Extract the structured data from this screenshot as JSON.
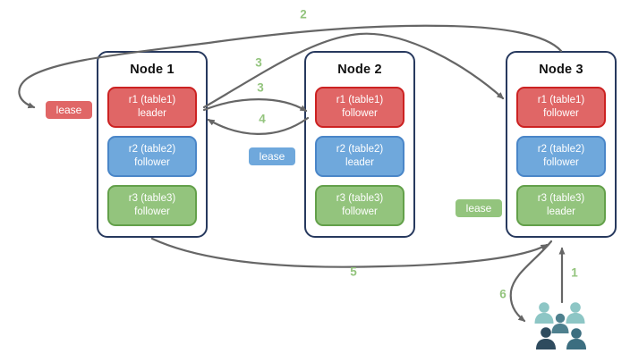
{
  "diagram": {
    "colors": {
      "arrow": "#666666",
      "step_label": "#93c47d",
      "node_border": "#27395e",
      "red_fill": "#e06666",
      "red_border": "#cc2222",
      "blue_fill": "#6fa8dc",
      "blue_border": "#4a86c8",
      "green_fill": "#93c47d",
      "green_border": "#63a04a",
      "users_back": "#8dc6c5",
      "users_middle": "#4e808e",
      "users_front_left": "#2e4b5e",
      "users_front_right": "#3c6e80"
    },
    "nodes": [
      {
        "title": "Node 1",
        "replicas": [
          {
            "name": "r1 (table1)",
            "role": "leader",
            "color": "red"
          },
          {
            "name": "r2 (table2)",
            "role": "follower",
            "color": "blue"
          },
          {
            "name": "r3 (table3)",
            "role": "follower",
            "color": "green"
          }
        ]
      },
      {
        "title": "Node 2",
        "replicas": [
          {
            "name": "r1 (table1)",
            "role": "follower",
            "color": "red"
          },
          {
            "name": "r2 (table2)",
            "role": "leader",
            "color": "blue"
          },
          {
            "name": "r3 (table3)",
            "role": "follower",
            "color": "green"
          }
        ]
      },
      {
        "title": "Node 3",
        "replicas": [
          {
            "name": "r1 (table1)",
            "role": "follower",
            "color": "red"
          },
          {
            "name": "r2 (table2)",
            "role": "follower",
            "color": "blue"
          },
          {
            "name": "r3 (table3)",
            "role": "leader",
            "color": "green"
          }
        ]
      }
    ],
    "leases": [
      {
        "label": "lease",
        "color": "red"
      },
      {
        "label": "lease",
        "color": "blue"
      },
      {
        "label": "lease",
        "color": "green"
      }
    ],
    "steps": [
      {
        "label": "2"
      },
      {
        "label": "3"
      },
      {
        "label": "3"
      },
      {
        "label": "4"
      },
      {
        "label": "5"
      },
      {
        "label": "1"
      },
      {
        "label": "6"
      }
    ],
    "users_icon": "users-group"
  }
}
